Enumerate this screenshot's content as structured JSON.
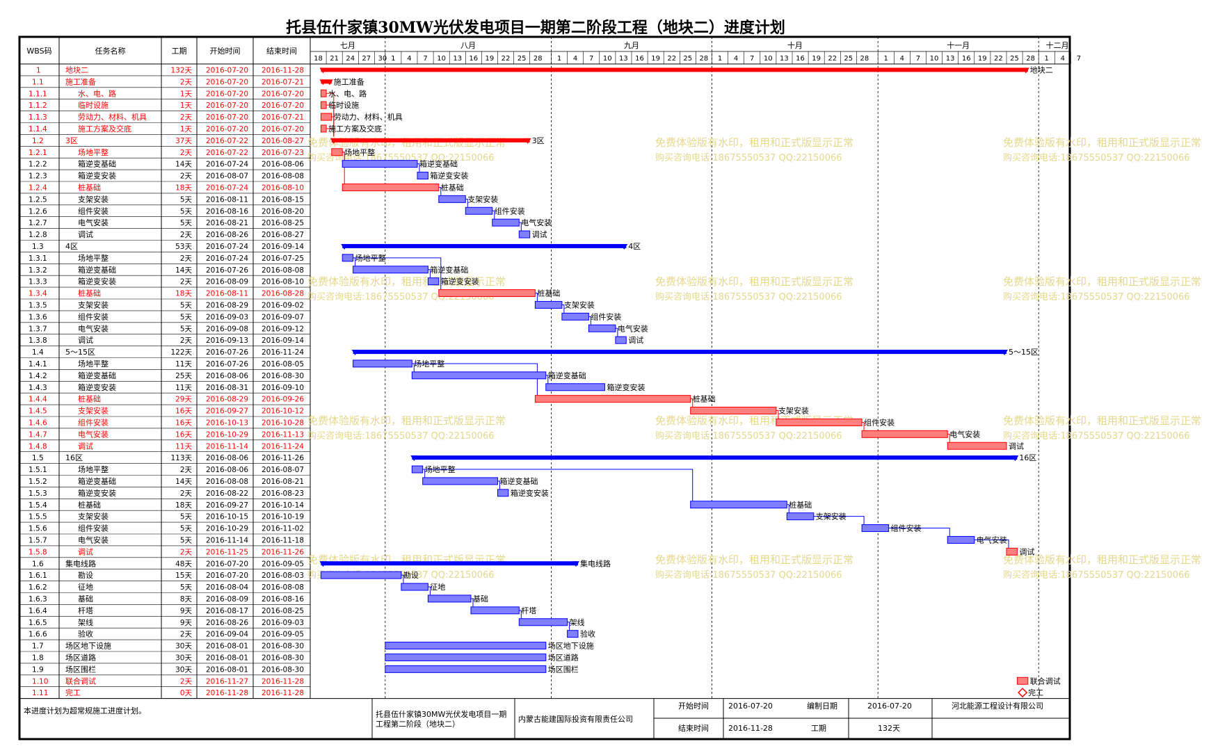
{
  "title": "托县伍什家镇30MW光伏发电项目一期第二阶段工程（地块二）进度计划",
  "watermark": {
    "line1": "免费体验版有水印，租用和正式版显示正常",
    "line2": "购买咨询电话:18675550537 QQ:22150066"
  },
  "headers": {
    "wbs": "WBS码",
    "name": "任务名称",
    "duration": "工期",
    "start": "开始时间",
    "end": "结束时间"
  },
  "colors": {
    "red": "#ff0000",
    "blue": "#0000ff",
    "blue_fill": "#7f7fff",
    "red_fill": "#ff7f7f",
    "watermark": "#e6d88a"
  },
  "chart_data": {
    "type": "gantt",
    "axis": {
      "start": "2016-07-18",
      "end": "2016-12-08",
      "months": [
        {
          "label": "七月",
          "from": "2016-07-18",
          "to": "2016-08-01"
        },
        {
          "label": "八月",
          "from": "2016-08-01",
          "to": "2016-09-01"
        },
        {
          "label": "九月",
          "from": "2016-09-01",
          "to": "2016-10-01"
        },
        {
          "label": "十月",
          "from": "2016-10-01",
          "to": "2016-11-01"
        },
        {
          "label": "十一月",
          "from": "2016-11-01",
          "to": "2016-12-01"
        },
        {
          "label": "十二月",
          "from": "2016-12-01",
          "to": "2016-12-08"
        }
      ],
      "ticks": [
        {
          "date": "2016-07-18",
          "label": "18"
        },
        {
          "date": "2016-07-21",
          "label": "21"
        },
        {
          "date": "2016-07-24",
          "label": "24"
        },
        {
          "date": "2016-07-27",
          "label": "27"
        },
        {
          "date": "2016-07-30",
          "label": "30"
        },
        {
          "date": "2016-08-01",
          "label": "1"
        },
        {
          "date": "2016-08-04",
          "label": "4"
        },
        {
          "date": "2016-08-07",
          "label": "7"
        },
        {
          "date": "2016-08-10",
          "label": "10"
        },
        {
          "date": "2016-08-13",
          "label": "13"
        },
        {
          "date": "2016-08-16",
          "label": "16"
        },
        {
          "date": "2016-08-19",
          "label": "19"
        },
        {
          "date": "2016-08-22",
          "label": "22"
        },
        {
          "date": "2016-08-25",
          "label": "25"
        },
        {
          "date": "2016-08-28",
          "label": "28"
        },
        {
          "date": "2016-09-01",
          "label": "1"
        },
        {
          "date": "2016-09-04",
          "label": "4"
        },
        {
          "date": "2016-09-07",
          "label": "7"
        },
        {
          "date": "2016-09-10",
          "label": "10"
        },
        {
          "date": "2016-09-13",
          "label": "13"
        },
        {
          "date": "2016-09-16",
          "label": "16"
        },
        {
          "date": "2016-09-19",
          "label": "19"
        },
        {
          "date": "2016-09-22",
          "label": "22"
        },
        {
          "date": "2016-09-25",
          "label": "25"
        },
        {
          "date": "2016-09-28",
          "label": "28"
        },
        {
          "date": "2016-10-01",
          "label": "1"
        },
        {
          "date": "2016-10-04",
          "label": "4"
        },
        {
          "date": "2016-10-07",
          "label": "7"
        },
        {
          "date": "2016-10-10",
          "label": "10"
        },
        {
          "date": "2016-10-13",
          "label": "13"
        },
        {
          "date": "2016-10-16",
          "label": "16"
        },
        {
          "date": "2016-10-19",
          "label": "19"
        },
        {
          "date": "2016-10-22",
          "label": "22"
        },
        {
          "date": "2016-10-25",
          "label": "25"
        },
        {
          "date": "2016-10-28",
          "label": "28"
        },
        {
          "date": "2016-11-01",
          "label": "1"
        },
        {
          "date": "2016-11-04",
          "label": "4"
        },
        {
          "date": "2016-11-07",
          "label": "7"
        },
        {
          "date": "2016-11-10",
          "label": "10"
        },
        {
          "date": "2016-11-13",
          "label": "13"
        },
        {
          "date": "2016-11-16",
          "label": "16"
        },
        {
          "date": "2016-11-19",
          "label": "19"
        },
        {
          "date": "2016-11-22",
          "label": "22"
        },
        {
          "date": "2016-11-25",
          "label": "25"
        },
        {
          "date": "2016-11-28",
          "label": "28"
        },
        {
          "date": "2016-12-01",
          "label": "1"
        },
        {
          "date": "2016-12-04",
          "label": "4"
        },
        {
          "date": "2016-12-07",
          "label": "7"
        }
      ]
    },
    "tasks": [
      {
        "wbs": "1",
        "name": "地块二",
        "duration": "132天",
        "start": "2016-07-20",
        "end": "2016-11-28",
        "kind": "summary",
        "color": "red",
        "bar_label": "地块二"
      },
      {
        "wbs": "1.1",
        "name": "施工准备",
        "duration": "2天",
        "start": "2016-07-20",
        "end": "2016-07-21",
        "kind": "summary",
        "color": "red",
        "bar_label": "施工准备"
      },
      {
        "wbs": "1.1.1",
        "name": "水、电、路",
        "duration": "1天",
        "start": "2016-07-20",
        "end": "2016-07-20",
        "kind": "task",
        "color": "red",
        "bar_label": "水、电、路"
      },
      {
        "wbs": "1.1.2",
        "name": "临时设施",
        "duration": "1天",
        "start": "2016-07-20",
        "end": "2016-07-20",
        "kind": "task",
        "color": "red",
        "bar_label": "临时设施"
      },
      {
        "wbs": "1.1.3",
        "name": "劳动力、材料、机具",
        "duration": "2天",
        "start": "2016-07-20",
        "end": "2016-07-21",
        "kind": "task",
        "color": "red",
        "bar_label": "劳动力、材料、机具"
      },
      {
        "wbs": "1.1.4",
        "name": "施工方案及交底",
        "duration": "1天",
        "start": "2016-07-20",
        "end": "2016-07-20",
        "kind": "task",
        "color": "red",
        "bar_label": "施工方案及交底"
      },
      {
        "wbs": "1.2",
        "name": "3区",
        "duration": "37天",
        "start": "2016-07-22",
        "end": "2016-08-27",
        "kind": "summary",
        "color": "red",
        "bar_label": "3区"
      },
      {
        "wbs": "1.2.1",
        "name": "场地平整",
        "duration": "2天",
        "start": "2016-07-22",
        "end": "2016-07-23",
        "kind": "task",
        "color": "red",
        "bar_label": "场地平整"
      },
      {
        "wbs": "1.2.2",
        "name": "箱逆变基础",
        "duration": "14天",
        "start": "2016-07-24",
        "end": "2016-08-06",
        "kind": "task",
        "color": "blue",
        "bar_label": "箱逆变基础"
      },
      {
        "wbs": "1.2.3",
        "name": "箱逆变安装",
        "duration": "2天",
        "start": "2016-08-07",
        "end": "2016-08-08",
        "kind": "task",
        "color": "blue",
        "bar_label": "箱逆变安装"
      },
      {
        "wbs": "1.2.4",
        "name": "桩基础",
        "duration": "18天",
        "start": "2016-07-24",
        "end": "2016-08-10",
        "kind": "task",
        "color": "red",
        "bar_label": "桩基础"
      },
      {
        "wbs": "1.2.5",
        "name": "支架安装",
        "duration": "5天",
        "start": "2016-08-11",
        "end": "2016-08-15",
        "kind": "task",
        "color": "blue",
        "bar_label": "支架安装"
      },
      {
        "wbs": "1.2.6",
        "name": "组件安装",
        "duration": "5天",
        "start": "2016-08-16",
        "end": "2016-08-20",
        "kind": "task",
        "color": "blue",
        "bar_label": "组件安装"
      },
      {
        "wbs": "1.2.7",
        "name": "电气安装",
        "duration": "5天",
        "start": "2016-08-21",
        "end": "2016-08-25",
        "kind": "task",
        "color": "blue",
        "bar_label": "电气安装"
      },
      {
        "wbs": "1.2.8",
        "name": "调试",
        "duration": "2天",
        "start": "2016-08-26",
        "end": "2016-08-27",
        "kind": "task",
        "color": "blue",
        "bar_label": "调试"
      },
      {
        "wbs": "1.3",
        "name": "4区",
        "duration": "53天",
        "start": "2016-07-24",
        "end": "2016-09-14",
        "kind": "summary",
        "color": "blue",
        "bar_label": "4区"
      },
      {
        "wbs": "1.3.1",
        "name": "场地平整",
        "duration": "2天",
        "start": "2016-07-24",
        "end": "2016-07-25",
        "kind": "task",
        "color": "blue",
        "bar_label": "场地平整"
      },
      {
        "wbs": "1.3.2",
        "name": "箱逆变基础",
        "duration": "14天",
        "start": "2016-07-26",
        "end": "2016-08-08",
        "kind": "task",
        "color": "blue",
        "bar_label": "箱逆变基础"
      },
      {
        "wbs": "1.3.3",
        "name": "箱逆变安装",
        "duration": "2天",
        "start": "2016-08-09",
        "end": "2016-08-10",
        "kind": "task",
        "color": "blue",
        "bar_label": "箱逆变安装"
      },
      {
        "wbs": "1.3.4",
        "name": "桩基础",
        "duration": "18天",
        "start": "2016-08-11",
        "end": "2016-08-28",
        "kind": "task",
        "color": "red",
        "bar_label": "桩基础"
      },
      {
        "wbs": "1.3.5",
        "name": "支架安装",
        "duration": "5天",
        "start": "2016-08-29",
        "end": "2016-09-02",
        "kind": "task",
        "color": "blue",
        "bar_label": "支架安装"
      },
      {
        "wbs": "1.3.6",
        "name": "组件安装",
        "duration": "5天",
        "start": "2016-09-03",
        "end": "2016-09-07",
        "kind": "task",
        "color": "blue",
        "bar_label": "组件安装"
      },
      {
        "wbs": "1.3.7",
        "name": "电气安装",
        "duration": "5天",
        "start": "2016-09-08",
        "end": "2016-09-12",
        "kind": "task",
        "color": "blue",
        "bar_label": "电气安装"
      },
      {
        "wbs": "1.3.8",
        "name": "调试",
        "duration": "2天",
        "start": "2016-09-13",
        "end": "2016-09-14",
        "kind": "task",
        "color": "blue",
        "bar_label": "调试"
      },
      {
        "wbs": "1.4",
        "name": "5～15区",
        "duration": "122天",
        "start": "2016-07-26",
        "end": "2016-11-24",
        "kind": "summary",
        "color": "blue",
        "bar_label": "5～15区"
      },
      {
        "wbs": "1.4.1",
        "name": "场地平整",
        "duration": "11天",
        "start": "2016-07-26",
        "end": "2016-08-05",
        "kind": "task",
        "color": "blue",
        "bar_label": "场地平整"
      },
      {
        "wbs": "1.4.2",
        "name": "箱逆变基础",
        "duration": "25天",
        "start": "2016-08-06",
        "end": "2016-08-30",
        "kind": "task",
        "color": "blue",
        "bar_label": "箱逆变基础"
      },
      {
        "wbs": "1.4.3",
        "name": "箱逆变安装",
        "duration": "11天",
        "start": "2016-08-31",
        "end": "2016-09-10",
        "kind": "task",
        "color": "blue",
        "bar_label": "箱逆变安装"
      },
      {
        "wbs": "1.4.4",
        "name": "桩基础",
        "duration": "29天",
        "start": "2016-08-29",
        "end": "2016-09-26",
        "kind": "task",
        "color": "red",
        "bar_label": "桩基础"
      },
      {
        "wbs": "1.4.5",
        "name": "支架安装",
        "duration": "16天",
        "start": "2016-09-27",
        "end": "2016-10-12",
        "kind": "task",
        "color": "red",
        "bar_label": "支架安装"
      },
      {
        "wbs": "1.4.6",
        "name": "组件安装",
        "duration": "16天",
        "start": "2016-10-13",
        "end": "2016-10-28",
        "kind": "task",
        "color": "red",
        "bar_label": "组件安装"
      },
      {
        "wbs": "1.4.7",
        "name": "电气安装",
        "duration": "16天",
        "start": "2016-10-29",
        "end": "2016-11-13",
        "kind": "task",
        "color": "red",
        "bar_label": "电气安装"
      },
      {
        "wbs": "1.4.8",
        "name": "调试",
        "duration": "11天",
        "start": "2016-11-14",
        "end": "2016-11-24",
        "kind": "task",
        "color": "red",
        "bar_label": "调试"
      },
      {
        "wbs": "1.5",
        "name": "16区",
        "duration": "113天",
        "start": "2016-08-06",
        "end": "2016-11-26",
        "kind": "summary",
        "color": "blue",
        "bar_label": "16区"
      },
      {
        "wbs": "1.5.1",
        "name": "场地平整",
        "duration": "2天",
        "start": "2016-08-06",
        "end": "2016-08-07",
        "kind": "task",
        "color": "blue",
        "bar_label": "场地平整"
      },
      {
        "wbs": "1.5.2",
        "name": "箱逆变基础",
        "duration": "14天",
        "start": "2016-08-08",
        "end": "2016-08-21",
        "kind": "task",
        "color": "blue",
        "bar_label": "箱逆变基础"
      },
      {
        "wbs": "1.5.3",
        "name": "箱逆变安装",
        "duration": "2天",
        "start": "2016-08-22",
        "end": "2016-08-23",
        "kind": "task",
        "color": "blue",
        "bar_label": "箱逆变安装"
      },
      {
        "wbs": "1.5.4",
        "name": "桩基础",
        "duration": "18天",
        "start": "2016-09-27",
        "end": "2016-10-14",
        "kind": "task",
        "color": "blue",
        "bar_label": "桩基础"
      },
      {
        "wbs": "1.5.5",
        "name": "支架安装",
        "duration": "5天",
        "start": "2016-10-15",
        "end": "2016-10-19",
        "kind": "task",
        "color": "blue",
        "bar_label": "支架安装"
      },
      {
        "wbs": "1.5.6",
        "name": "组件安装",
        "duration": "5天",
        "start": "2016-10-29",
        "end": "2016-11-02",
        "kind": "task",
        "color": "blue",
        "bar_label": "组件安装"
      },
      {
        "wbs": "1.5.7",
        "name": "电气安装",
        "duration": "5天",
        "start": "2016-11-14",
        "end": "2016-11-18",
        "kind": "task",
        "color": "blue",
        "bar_label": "电气安装"
      },
      {
        "wbs": "1.5.8",
        "name": "调试",
        "duration": "2天",
        "start": "2016-11-25",
        "end": "2016-11-26",
        "kind": "task",
        "color": "red",
        "bar_label": "调试"
      },
      {
        "wbs": "1.6",
        "name": "集电线路",
        "duration": "48天",
        "start": "2016-07-20",
        "end": "2016-09-05",
        "kind": "summary",
        "color": "blue",
        "bar_label": "集电线路"
      },
      {
        "wbs": "1.6.1",
        "name": "勘设",
        "duration": "15天",
        "start": "2016-07-20",
        "end": "2016-08-03",
        "kind": "task",
        "color": "blue",
        "bar_label": "勘设"
      },
      {
        "wbs": "1.6.2",
        "name": "征地",
        "duration": "5天",
        "start": "2016-08-04",
        "end": "2016-08-08",
        "kind": "task",
        "color": "blue",
        "bar_label": "征地"
      },
      {
        "wbs": "1.6.3",
        "name": "基础",
        "duration": "8天",
        "start": "2016-08-09",
        "end": "2016-08-16",
        "kind": "task",
        "color": "blue",
        "bar_label": "基础"
      },
      {
        "wbs": "1.6.4",
        "name": "杆塔",
        "duration": "9天",
        "start": "2016-08-17",
        "end": "2016-08-25",
        "kind": "task",
        "color": "blue",
        "bar_label": "杆塔"
      },
      {
        "wbs": "1.6.5",
        "name": "架线",
        "duration": "9天",
        "start": "2016-08-26",
        "end": "2016-09-03",
        "kind": "task",
        "color": "blue",
        "bar_label": "架线"
      },
      {
        "wbs": "1.6.6",
        "name": "验收",
        "duration": "2天",
        "start": "2016-09-04",
        "end": "2016-09-05",
        "kind": "task",
        "color": "blue",
        "bar_label": "验收"
      },
      {
        "wbs": "1.7",
        "name": "场区地下设施",
        "duration": "30天",
        "start": "2016-08-01",
        "end": "2016-08-30",
        "kind": "task",
        "color": "blue",
        "bar_label": "场区地下设施"
      },
      {
        "wbs": "1.8",
        "name": "场区道路",
        "duration": "30天",
        "start": "2016-08-01",
        "end": "2016-08-30",
        "kind": "task",
        "color": "blue",
        "bar_label": "场区道路"
      },
      {
        "wbs": "1.9",
        "name": "场区围栏",
        "duration": "30天",
        "start": "2016-08-01",
        "end": "2016-08-30",
        "kind": "task",
        "color": "blue",
        "bar_label": "场区围栏"
      },
      {
        "wbs": "1.10",
        "name": "联合调试",
        "duration": "2天",
        "start": "2016-11-27",
        "end": "2016-11-28",
        "kind": "task",
        "color": "red",
        "bar_label": "联合调试"
      },
      {
        "wbs": "1.11",
        "name": "完工",
        "duration": "0天",
        "start": "2016-11-28",
        "end": "2016-11-28",
        "kind": "milestone",
        "color": "red",
        "bar_label": "完工"
      }
    ],
    "links": [
      [
        2,
        6
      ],
      [
        3,
        6
      ],
      [
        4,
        6
      ],
      [
        5,
        6
      ],
      [
        7,
        8
      ],
      [
        8,
        9
      ],
      [
        7,
        10
      ],
      [
        10,
        11
      ],
      [
        11,
        12
      ],
      [
        12,
        13
      ],
      [
        13,
        14
      ],
      [
        16,
        17
      ],
      [
        17,
        18
      ],
      [
        16,
        19
      ],
      [
        19,
        20
      ],
      [
        20,
        21
      ],
      [
        21,
        22
      ],
      [
        22,
        23
      ],
      [
        25,
        26
      ],
      [
        26,
        27
      ],
      [
        25,
        28
      ],
      [
        28,
        29
      ],
      [
        29,
        30
      ],
      [
        30,
        31
      ],
      [
        31,
        32
      ],
      [
        34,
        35
      ],
      [
        35,
        36
      ],
      [
        34,
        37
      ],
      [
        37,
        38
      ],
      [
        38,
        39
      ],
      [
        39,
        40
      ],
      [
        40,
        41
      ],
      [
        43,
        44
      ],
      [
        44,
        45
      ],
      [
        45,
        46
      ],
      [
        46,
        47
      ],
      [
        47,
        48
      ]
    ]
  },
  "footer": {
    "note": "本进度计划为超常规施工进度计划。",
    "project_line1": "托县伍什家镇30MW光伏发电项目一期",
    "project_line2": "工程第二阶段（地块二）",
    "owner": "内蒙古能建国际投资有限责任公司",
    "start_label": "开始时间",
    "start_value": "2016-07-20",
    "compile_label": "编制日期",
    "compile_value": "2016-07-20",
    "designer": "河北能源工程设计有限公司",
    "end_label": "结束时间",
    "end_value": "2016-11-28",
    "duration_label": "工期",
    "duration_value": "132天"
  }
}
